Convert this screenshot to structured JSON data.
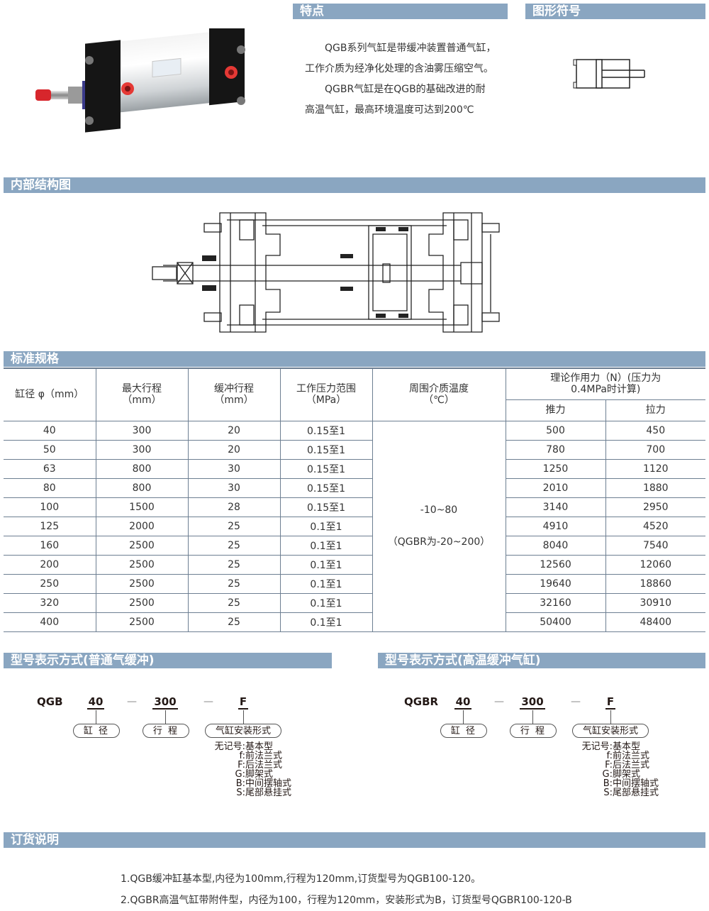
{
  "sections": {
    "features": "特点",
    "symbol": "图形符号",
    "structure": "内部结构图",
    "spec": "标准规格",
    "model_normal": "型号表示方式(普通气缓冲)",
    "model_hightemp": "型号表示方式(高温缓冲气缸)",
    "order": "订货说明"
  },
  "features": [
    "QGB系列气缸是带缓冲装置普通气缸，",
    "工作介质为经净化处理的含油雾压缩空气。",
    "QGBR气缸是在QGB的基础改进的耐",
    "高温气缸，最高环境温度可达到200℃"
  ],
  "table": {
    "headers": {
      "bore": "缸径 φ（mm）",
      "stroke": "最大行程（mm）",
      "cushion": "缓冲行程（mm）",
      "pressure": "工作压力范围（MPa）",
      "temp": "周围介质温度（℃）",
      "force": "理论作用力（N）(压力为0.4MPa时计算)",
      "push": "推力",
      "pull": "拉力"
    },
    "temp_value": "-10~80",
    "temp_note": "（QGBR为-20~200）",
    "rows": [
      {
        "bore": "40",
        "stroke": "300",
        "cushion": "20",
        "pressure": "0.15至1",
        "push": "500",
        "pull": "450"
      },
      {
        "bore": "50",
        "stroke": "300",
        "cushion": "20",
        "pressure": "0.15至1",
        "push": "780",
        "pull": "700"
      },
      {
        "bore": "63",
        "stroke": "800",
        "cushion": "30",
        "pressure": "0.15至1",
        "push": "1250",
        "pull": "1120"
      },
      {
        "bore": "80",
        "stroke": "800",
        "cushion": "30",
        "pressure": "0.15至1",
        "push": "2010",
        "pull": "1880"
      },
      {
        "bore": "100",
        "stroke": "1500",
        "cushion": "28",
        "pressure": "0.15至1",
        "push": "3140",
        "pull": "2950"
      },
      {
        "bore": "125",
        "stroke": "2000",
        "cushion": "25",
        "pressure": "0.1至1",
        "push": "4910",
        "pull": "4520"
      },
      {
        "bore": "160",
        "stroke": "2500",
        "cushion": "25",
        "pressure": "0.1至1",
        "push": "8040",
        "pull": "7540"
      },
      {
        "bore": "200",
        "stroke": "2500",
        "cushion": "25",
        "pressure": "0.1至1",
        "push": "12560",
        "pull": "12060"
      },
      {
        "bore": "250",
        "stroke": "2500",
        "cushion": "25",
        "pressure": "0.1至1",
        "push": "19640",
        "pull": "18860"
      },
      {
        "bore": "320",
        "stroke": "2500",
        "cushion": "25",
        "pressure": "0.1至1",
        "push": "32160",
        "pull": "30910"
      },
      {
        "bore": "400",
        "stroke": "2500",
        "cushion": "25",
        "pressure": "0.1至1",
        "push": "50400",
        "pull": "48400"
      }
    ]
  },
  "model_normal": {
    "prefix": "QGB",
    "bore": "40",
    "stroke": "300",
    "mount": "F",
    "dash": "—",
    "bore_label": "缸 径",
    "stroke_label": "行 程",
    "mount_label": "气缸安装形式",
    "options": [
      {
        "k": "无记号:",
        "v": "基本型"
      },
      {
        "k": "f:",
        "v": "前法兰式"
      },
      {
        "k": "F:",
        "v": "后法兰式"
      },
      {
        "k": "G:",
        "v": "脚架式"
      },
      {
        "k": "B:",
        "v": "中间摆轴式"
      },
      {
        "k": "S:",
        "v": "尾部悬挂式"
      }
    ]
  },
  "model_hightemp": {
    "prefix": "QGBR",
    "bore": "40",
    "stroke": "300",
    "mount": "F",
    "dash": "—",
    "bore_label": "缸 径",
    "stroke_label": "行 程",
    "mount_label": "气缸安装形式",
    "options": [
      {
        "k": "无记号:",
        "v": "基本型"
      },
      {
        "k": "f:",
        "v": "前法兰式"
      },
      {
        "k": "F:",
        "v": "后法兰式"
      },
      {
        "k": "G:",
        "v": "脚架式"
      },
      {
        "k": "B:",
        "v": "中间摆轴式"
      },
      {
        "k": "S:",
        "v": "尾部悬挂式"
      }
    ]
  },
  "order": [
    "1.QGB缓冲缸基本型,内径为100mm,行程为120mm,订货型号为QGB100-120。",
    "2.QGBR高温气缸带附件型，内径为100，行程为120mm，安装形式为B，订货型号QGBR100-120-B"
  ],
  "colors": {
    "bar": "#8aa6c1",
    "port": "#e53935",
    "frame": "#1a1a1a"
  }
}
